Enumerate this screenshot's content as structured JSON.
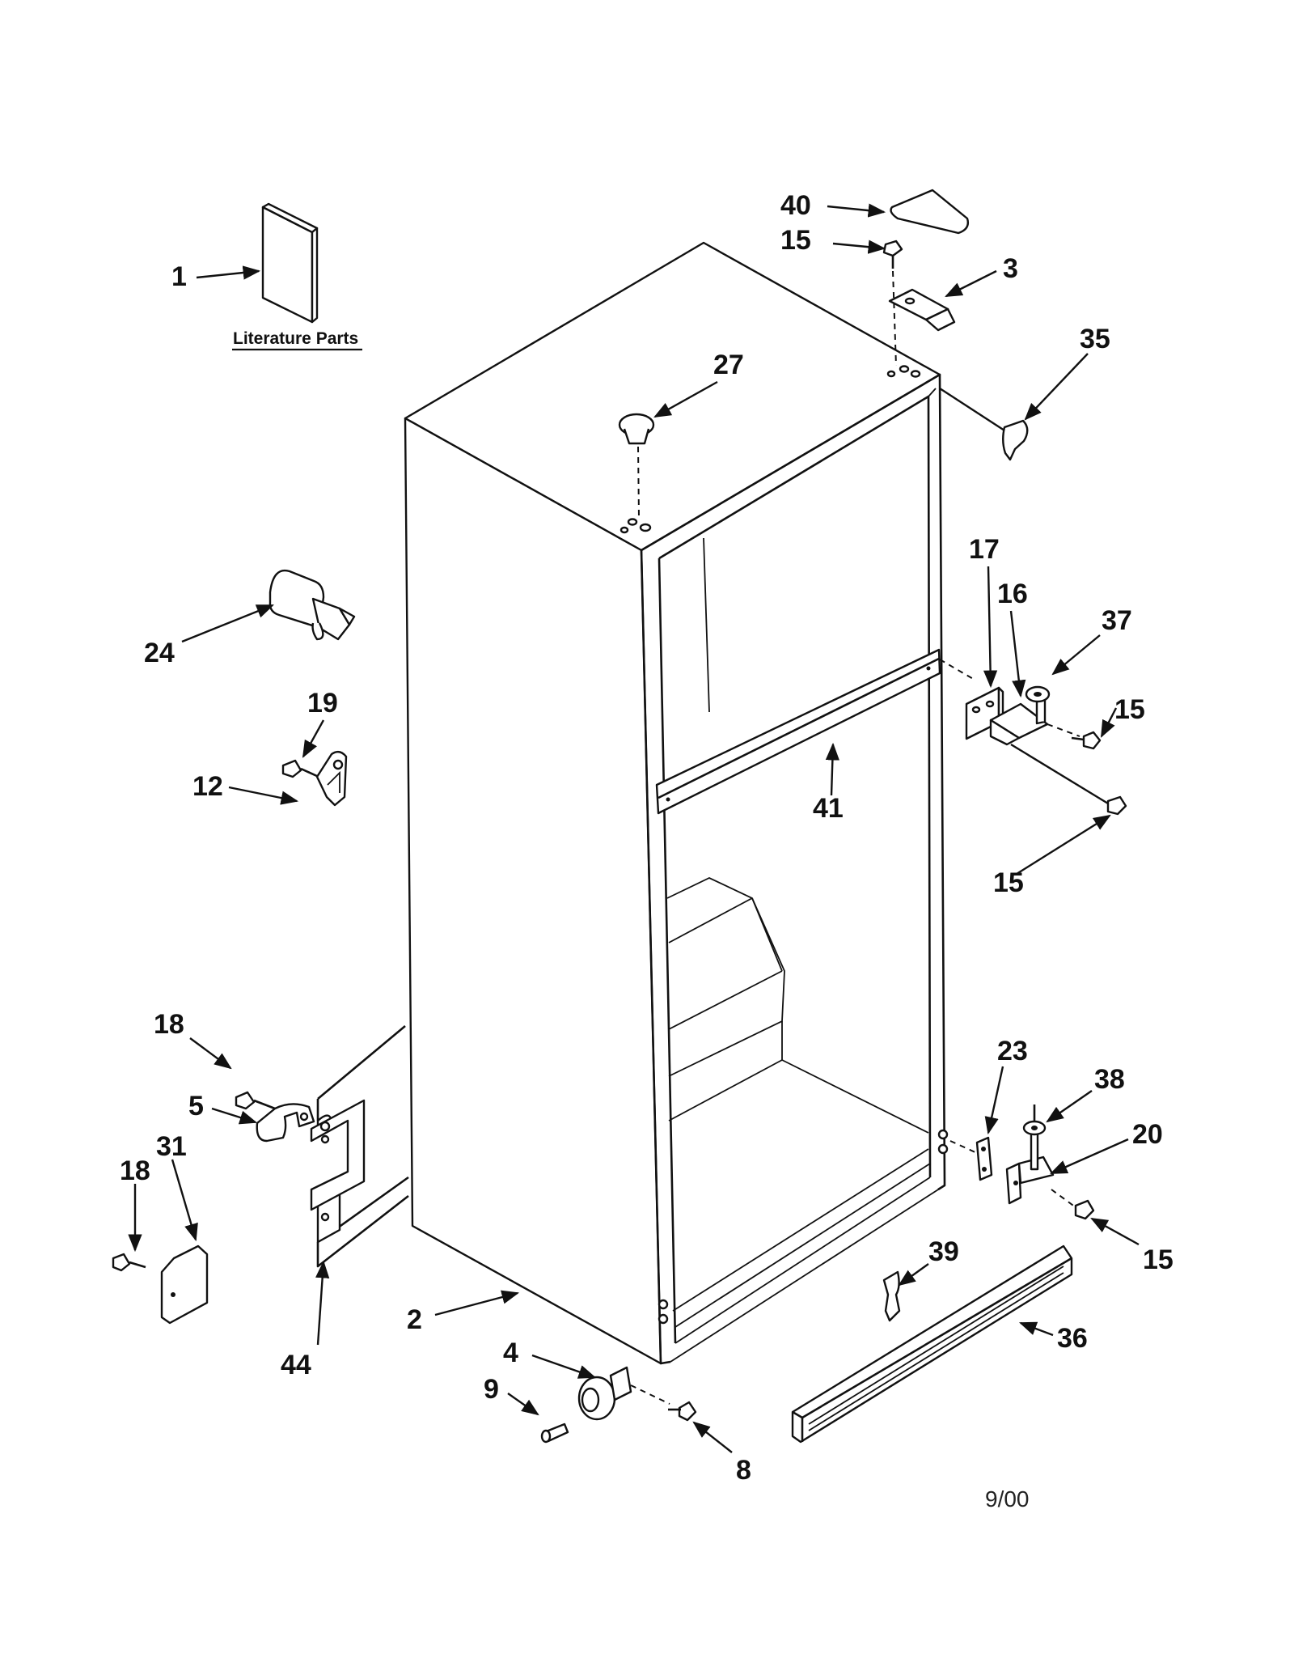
{
  "caption": "Literature Parts",
  "date_code": "9/00",
  "callouts": {
    "c40": "40",
    "c15_top": "15",
    "c3": "3",
    "c1": "1",
    "c35": "35",
    "c27": "27",
    "c24": "24",
    "c19": "19",
    "c12": "12",
    "c17": "17",
    "c16": "16",
    "c37": "37",
    "c15_hinge": "15",
    "c41": "41",
    "c15_mid": "15",
    "c18_top": "18",
    "c5": "5",
    "c31": "31",
    "c18_bot": "18",
    "c23": "23",
    "c38": "38",
    "c20": "20",
    "c15_bot": "15",
    "c39": "39",
    "c36": "36",
    "c2": "2",
    "c44": "44",
    "c4": "4",
    "c9": "9",
    "c8": "8"
  }
}
